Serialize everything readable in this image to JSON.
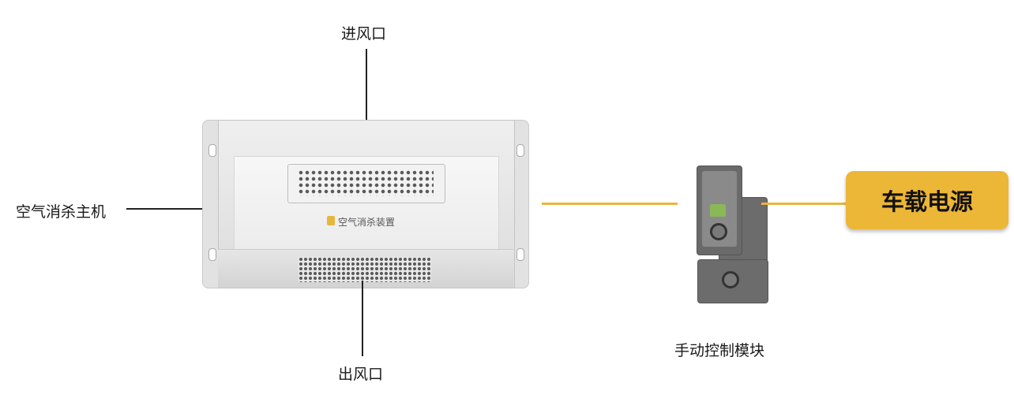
{
  "labels": {
    "air_inlet": "进风口",
    "air_outlet": "出风口",
    "main_unit": "空气消杀主机",
    "control_module": "手动控制模块",
    "power": "车载电源",
    "device_badge": "空气消杀装置"
  },
  "colors": {
    "accent": "#ecb637",
    "connector": "#e8b63c",
    "leader_line": "#222222"
  }
}
